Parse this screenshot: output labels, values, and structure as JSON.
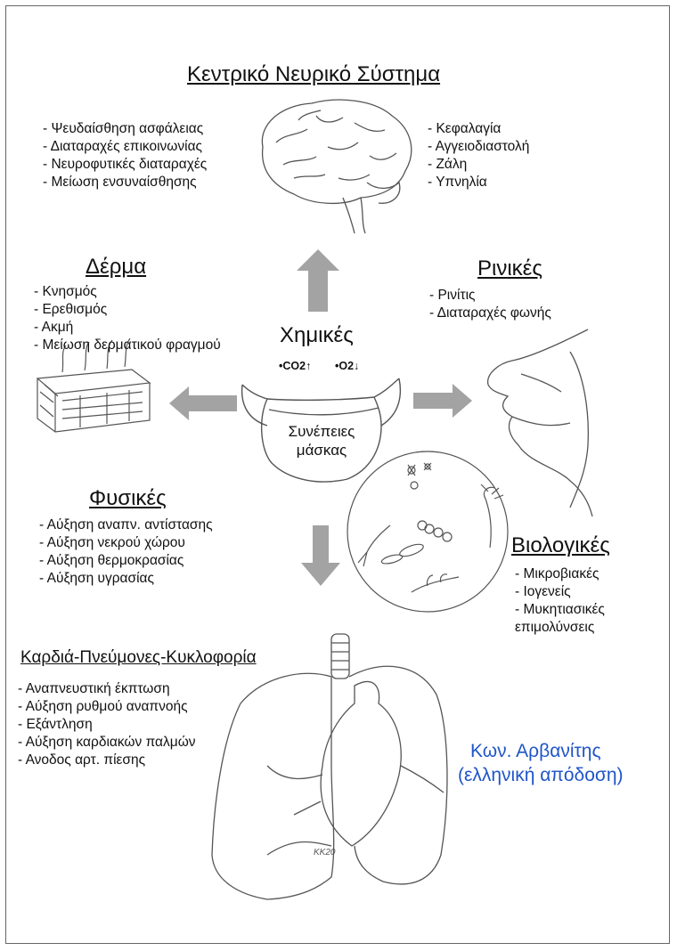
{
  "cns": {
    "title": "Κεντρικό Νευρικό Σύστημα",
    "left_items": [
      "Ψευδαίσθηση ασφάλειας",
      "Διαταραχές επικοινωνίας",
      "Νευροφυτικές διαταραχές",
      "Μείωση ενσυναίσθησης"
    ],
    "right_items": [
      "Κεφαλαγία",
      "Αγγειοδιαστολή",
      "Ζάλη",
      "Υπνηλία"
    ]
  },
  "skin": {
    "title": "Δέρμα",
    "items": [
      "Κνησμός",
      "Ερεθισμός",
      "Ακμή",
      "Μείωση δερματικού φραγμού"
    ]
  },
  "nasal": {
    "title": "Ρινικές",
    "items": [
      "Ρινίτις",
      "Διαταραχές φωνής"
    ]
  },
  "chemical": {
    "title": "Χημικές",
    "gas_co2": "•CO2↑",
    "gas_o2": "•O2↓"
  },
  "center": {
    "line1": "Συνέπειες",
    "line2": "μάσκας"
  },
  "physical": {
    "title": "Φυσικές",
    "items": [
      "Αύξηση αναπν. αντίστασης",
      "Αύξηση νεκρού χώρου",
      "Αύξηση θερμοκρασίας",
      "Αύξηση υγρασίας"
    ]
  },
  "biological": {
    "title": "Βιολογικές",
    "items": [
      "Μικροβιακές",
      "Ιογενείς",
      "Μυκητιασικές"
    ],
    "continuation": "επιμολύνσεις"
  },
  "cardio": {
    "title": "Καρδιά-Πνεύμονες-Κυκλοφορία",
    "items": [
      "Αναπνευστική έκπτωση",
      "Αύξηση ρυθμού αναπνοής",
      "Εξάντληση",
      "Αύξηση καρδιακών παλμών",
      "Ανοδος αρτ. πίεσης"
    ]
  },
  "credit": {
    "line1": "Κων. Αρβανίτης",
    "line2": "(ελληνική απόδοση)"
  },
  "signature": "KK20",
  "colors": {
    "arrow": "#a3a3a3",
    "credit": "#1f55c9",
    "sketch": "#555555"
  }
}
